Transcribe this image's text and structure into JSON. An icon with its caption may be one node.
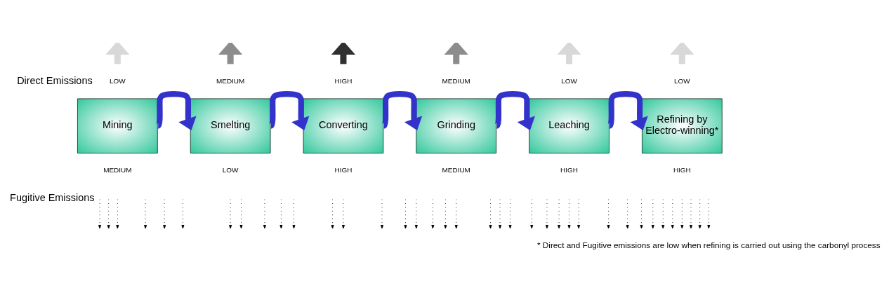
{
  "diagram": {
    "nodes": [
      {
        "text": [
          "Mining"
        ]
      },
      {
        "text": [
          "Smelting"
        ]
      },
      {
        "text": [
          "Converting"
        ]
      },
      {
        "text": [
          "Grinding"
        ]
      },
      {
        "text": [
          "Leaching"
        ]
      },
      {
        "text": [
          "Refining by Electro-winning*"
        ]
      }
    ],
    "edges": [
      {
        "from": 0,
        "to": 1,
        "arrow": "to"
      },
      {
        "from": 1,
        "to": 2,
        "arrow": "to"
      },
      {
        "from": 2,
        "to": 3,
        "arrow": "to"
      },
      {
        "from": 3,
        "to": 4,
        "arrow": "to"
      },
      {
        "from": 4,
        "to": 5,
        "arrow": "to"
      }
    ],
    "labels": [
      "Direct Emissions",
      "LOW",
      "MEDIUM",
      "HIGH",
      "MEDIUM",
      "LOW",
      "LOW",
      "Fugitive Emissions",
      "MEDIUM",
      "LOW",
      "HIGH",
      "MEDIUM",
      "HIGH",
      "HIGH",
      "* Direct and Fugitive emissions are low when refining is carried out using the carbonyl process"
    ]
  }
}
